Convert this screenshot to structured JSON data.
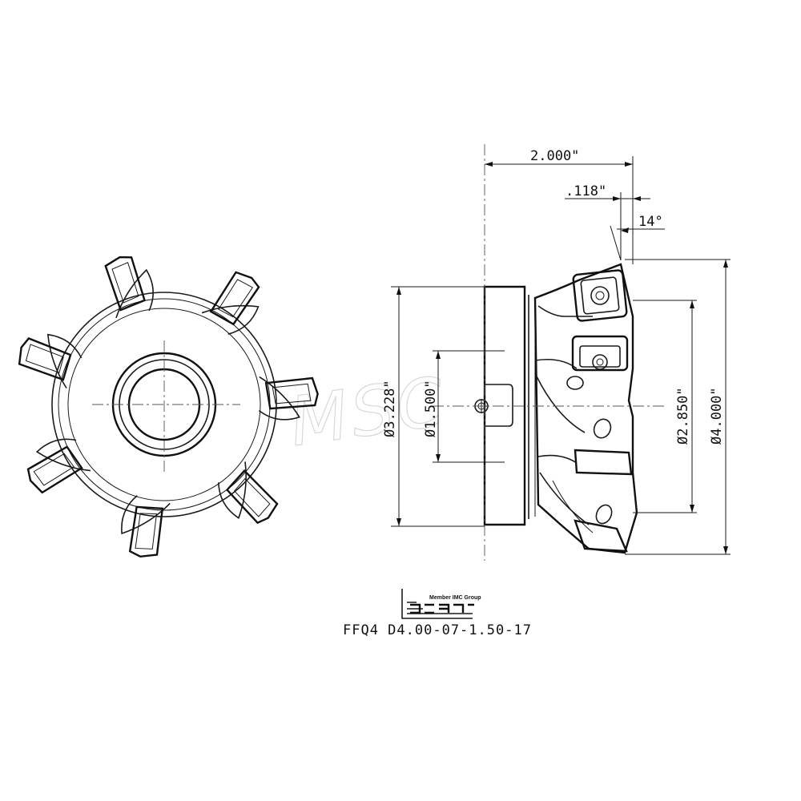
{
  "watermark": "MSC",
  "dimensions": {
    "overall_length": "2.000\"",
    "insert_offset": ".118\"",
    "angle": "14°",
    "diameter_body": "Ø3.228\"",
    "diameter_bore": "Ø1.500\"",
    "diameter_mid": "Ø2.850\"",
    "diameter_cut": "Ø4.000\""
  },
  "logo": {
    "brand": "iscar",
    "tagline": "Member IMC Group"
  },
  "part_number": "FFQ4 D4.00-07-1.50-17"
}
